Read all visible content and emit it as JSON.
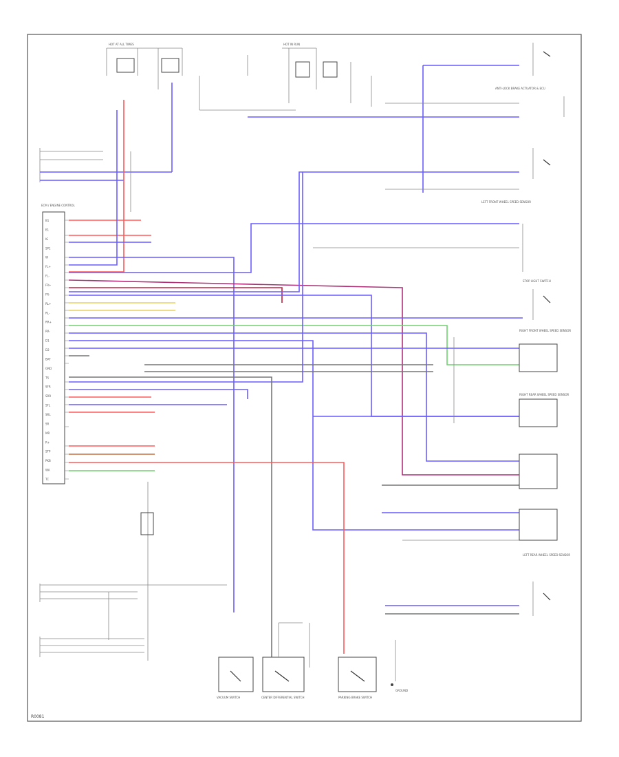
{
  "diagram": {
    "footer_code": "R0081",
    "colors": {
      "blue": "#6a5cff",
      "red": "#ff5a5a",
      "yellow": "#e8d060",
      "green": "#70d070",
      "gray": "#777777",
      "purple": "#b0307a",
      "dark_red": "#c02040",
      "frame": "#555555"
    },
    "labels": {
      "top_left_fuse": "HOT AT ALL TIMES",
      "top_hot_run": "HOT IN RUN",
      "ecm": "ECM / ENGINE CONTROL",
      "abs_unit": "ANTI-LOCK BRAKE ACTUATOR & ECU",
      "rf_sensor": "RIGHT FRONT WHEEL SPEED SENSOR",
      "lf_sensor": "LEFT FRONT WHEEL SPEED SENSOR",
      "rr_sensor": "RIGHT REAR WHEEL SPEED SENSOR",
      "lr_sensor": "LEFT REAR WHEEL SPEED SENSOR",
      "brake_switch": "STOP LIGHT SWITCH",
      "sw1": "VACUUM SWITCH",
      "sw2": "CENTER DIFFERENTIAL SWITCH",
      "sw3": "PARKING BRAKE SWITCH",
      "ground": "GROUND"
    },
    "left_pins": [
      "B1",
      "E1",
      "IG",
      "SP1",
      "W",
      "FL+",
      "FL-",
      "FR+",
      "FR-",
      "RL+",
      "RL-",
      "RR+",
      "RR-",
      "D1",
      "D2",
      "BAT",
      "GND",
      "TS",
      "SFR",
      "SRR",
      "SFL",
      "SRL",
      "SR",
      "MR",
      "R+",
      "STP",
      "PKB",
      "WA",
      "TC"
    ]
  }
}
